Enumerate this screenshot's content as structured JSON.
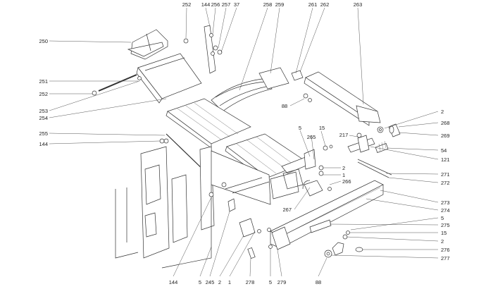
{
  "diagram": {
    "type": "exploded-parts-diagram",
    "callouts": {
      "top": [
        "252",
        "144",
        "256",
        "257",
        "37",
        "258",
        "259",
        "261",
        "262",
        "263"
      ],
      "left": [
        "250",
        "251",
        "252",
        "253",
        "254",
        "255",
        "144"
      ],
      "middle": [
        "88",
        "5",
        "15",
        "217",
        "265",
        "2",
        "1",
        "266",
        "267"
      ],
      "right": [
        "2",
        "268",
        "269",
        "54",
        "121",
        "271",
        "272",
        "273",
        "274",
        "5",
        "275",
        "15",
        "2",
        "276",
        "277"
      ],
      "bottom": [
        "144",
        "5",
        "245",
        "2",
        "1",
        "278",
        "5",
        "279",
        "88"
      ]
    }
  }
}
